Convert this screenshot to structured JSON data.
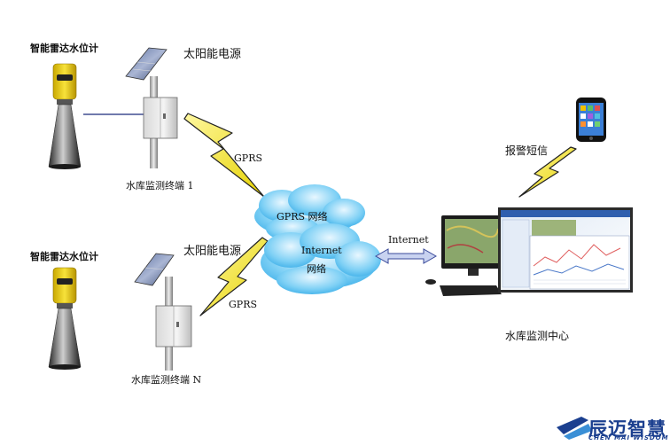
{
  "site_top": {
    "sensor_label": "智能雷达水位计",
    "solar_label": "太阳能电源",
    "terminal_label": "水库监测终端 1",
    "link_label": "GPRS"
  },
  "site_bottom": {
    "sensor_label": "智能雷达水位计",
    "solar_label": "太阳能电源",
    "terminal_label": "水库监测终端 N",
    "link_label": "GPRS"
  },
  "network": {
    "gprs_label": "GPRS 网络",
    "internet_label_line1": "Internet",
    "internet_label_line2": "网络"
  },
  "connection": {
    "internet_label": "Internet"
  },
  "center": {
    "label": "水库监测中心",
    "alarm_label": "报警短信"
  },
  "logo": {
    "name": "辰迈智慧",
    "subtitle": "CHEN MAI WISDOM",
    "color": "#1b3f8f"
  }
}
